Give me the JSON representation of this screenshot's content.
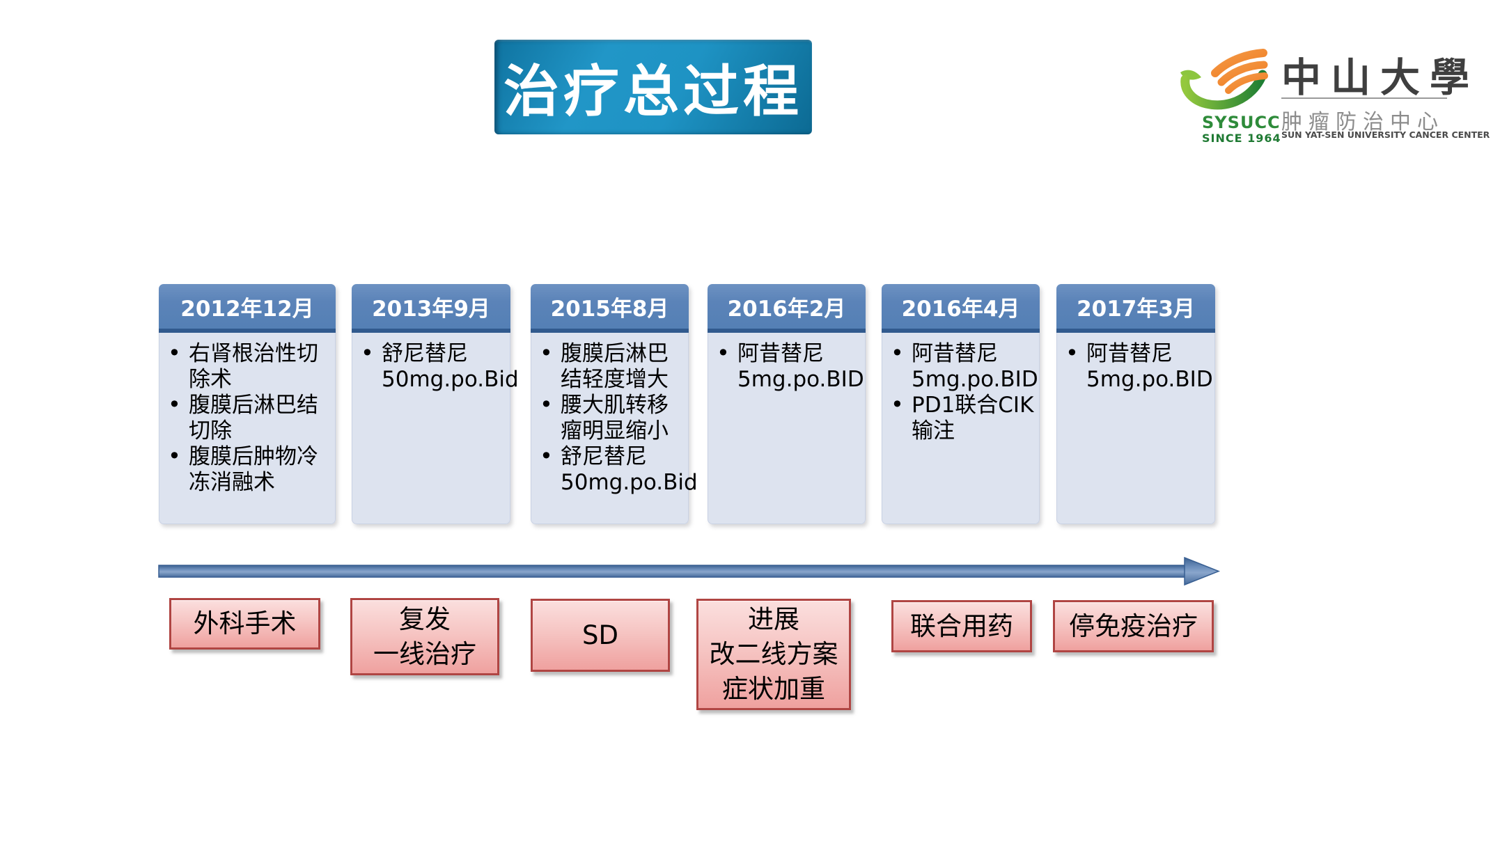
{
  "slide": {
    "title": "治疗总过程",
    "logo": {
      "abbr": "SYSUCC",
      "since": "SINCE 1964",
      "university_cn": "中山大學",
      "center_cn": "肿瘤防治中心",
      "center_en": "SUN YAT-SEN UNIVERSITY CANCER CENTER"
    },
    "timeline": {
      "columns": [
        {
          "date": "2012年12月",
          "items": [
            "右肾根治性切\n除术",
            "腹膜后淋巴结\n切除",
            "腹膜后肿物冷\n冻消融术"
          ]
        },
        {
          "date": "2013年9月",
          "items": [
            "舒尼替尼\n50mg.po.Bid"
          ]
        },
        {
          "date": "2015年8月",
          "items": [
            "腹膜后淋巴\n结轻度增大",
            "腰大肌转移\n瘤明显缩小",
            "舒尼替尼\n50mg.po.Bid"
          ]
        },
        {
          "date": "2016年2月",
          "items": [
            "阿昔替尼\n5mg.po.BID"
          ]
        },
        {
          "date": "2016年4月",
          "items": [
            "阿昔替尼\n5mg.po.BID",
            "PD1联合CIK\n输注"
          ]
        },
        {
          "date": "2017年3月",
          "items": [
            "阿昔替尼\n5mg.po.BID"
          ]
        }
      ]
    },
    "stages": [
      "外科手术",
      "复发\n一线治疗",
      "SD",
      "进展\n改二线方案\n症状加重",
      "联合用药",
      "停免疫治疗"
    ],
    "colors": {
      "title_gradient_light": "#2196c7",
      "title_gradient_dark": "#0c6a93",
      "column_header_blue": "#5b83b8",
      "column_header_border": "#315a8e",
      "column_body_fill": "#dde3ef",
      "arrow_blue": "#4a6f9e",
      "stage_fill_top": "#fbdfde",
      "stage_fill_bottom": "#efa19f",
      "stage_border_red": "#b04543",
      "logo_green": "#2e8b3a",
      "logo_orange": "#ef7b1e"
    }
  }
}
